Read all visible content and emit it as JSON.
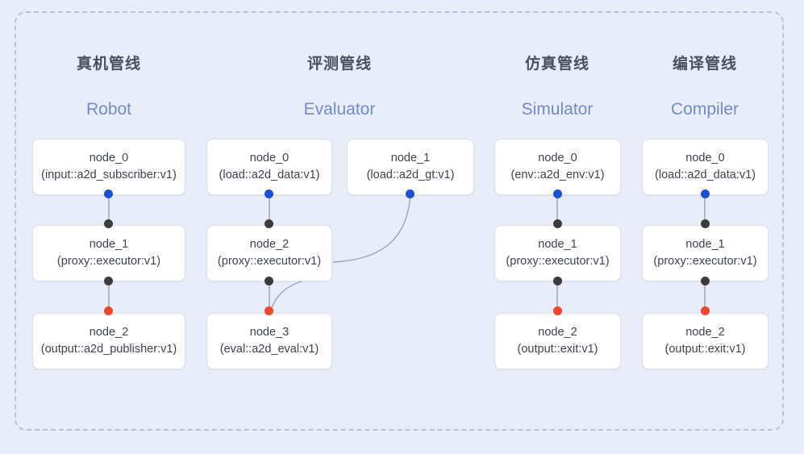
{
  "diagram": {
    "background_color": "#e9edfa",
    "frame_border_color": "#b9c2d6",
    "port_colors": {
      "input": "#1b4fd8",
      "middle": "#3c3c3c",
      "output": "#f2452a"
    },
    "edge_color": "#9aa2b4"
  },
  "columns": [
    {
      "id": "robot",
      "title_cn": "真机管线",
      "title_en": "Robot",
      "nodes": [
        {
          "name": "node_0",
          "type": "(input::a2d_subscriber:v1)"
        },
        {
          "name": "node_1",
          "type": "(proxy::executor:v1)"
        },
        {
          "name": "node_2",
          "type": "(output::a2d_publisher:v1)"
        }
      ]
    },
    {
      "id": "evaluator",
      "title_cn": "评测管线",
      "title_en": "Evaluator",
      "nodes": [
        {
          "name": "node_0",
          "type": "(load::a2d_data:v1)"
        },
        {
          "name": "node_1",
          "type": "(load::a2d_gt:v1)"
        },
        {
          "name": "node_2",
          "type": "(proxy::executor:v1)"
        },
        {
          "name": "node_3",
          "type": "(eval::a2d_eval:v1)"
        }
      ]
    },
    {
      "id": "simulator",
      "title_cn": "仿真管线",
      "title_en": "Simulator",
      "nodes": [
        {
          "name": "node_0",
          "type": "(env::a2d_env:v1)"
        },
        {
          "name": "node_1",
          "type": "(proxy::executor:v1)"
        },
        {
          "name": "node_2",
          "type": "(output::exit:v1)"
        }
      ]
    },
    {
      "id": "compiler",
      "title_cn": "编译管线",
      "title_en": "Compiler",
      "nodes": [
        {
          "name": "node_0",
          "type": "(load::a2d_data:v1)"
        },
        {
          "name": "node_1",
          "type": "(proxy::executor:v1)"
        },
        {
          "name": "node_2",
          "type": "(output::exit:v1)"
        }
      ]
    }
  ]
}
